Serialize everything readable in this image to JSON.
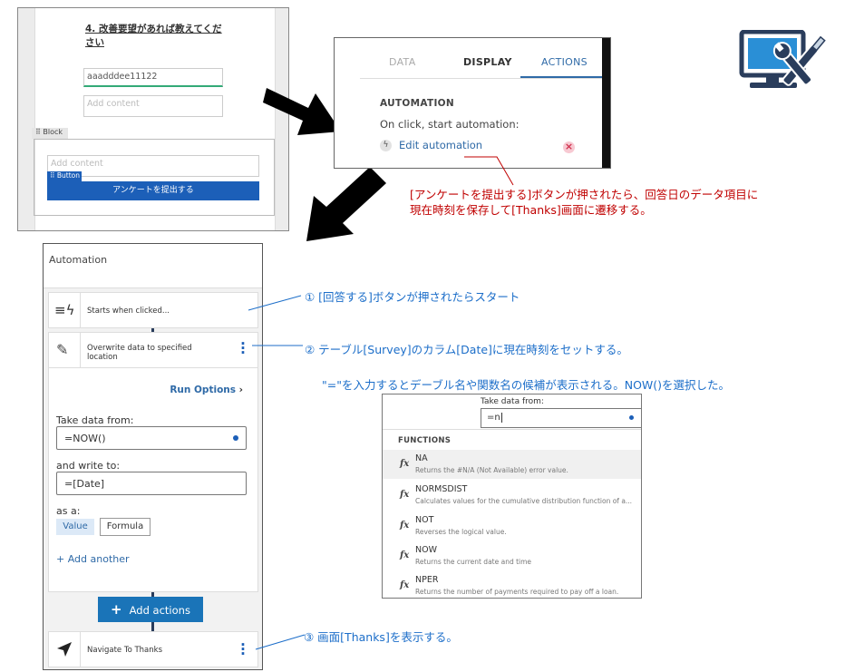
{
  "form": {
    "question_title": "4. 改善要望があれば教えてください",
    "answer_value": "aaadddee11122",
    "add_content_placeholder": "Add content",
    "block_tag": "Block",
    "button_tag": "Button",
    "submit_label": "アンケートを提出する"
  },
  "actions_panel": {
    "tabs": [
      "DATA",
      "DISPLAY",
      "ACTIONS"
    ],
    "heading": "AUTOMATION",
    "on_click_text": "On click, start automation:",
    "edit_link": "Edit automation",
    "bolt_glyph": "ϟ",
    "remove_glyph": "×"
  },
  "red_note": {
    "line1": "[アンケートを提出する]ボタンが押されたら、回答日のデータ項目に",
    "line2": "現在時刻を保存して[Thanks]画面に遷移する。"
  },
  "automation": {
    "title": "Automation",
    "trigger_label": "Starts when clicked...",
    "overwrite_label": "Overwrite data to specified location",
    "run_options": "Run Options",
    "take_label": "Take data from:",
    "take_value": "=NOW()",
    "write_label": "and write to:",
    "write_value": "=[Date]",
    "as_label": "as a:",
    "value_option": "Value",
    "formula_option": "Formula",
    "add_another": "+ Add another",
    "add_actions": "Add actions",
    "navigate_label": "Navigate To Thanks"
  },
  "notes": {
    "note1": "① [回答する]ボタンが押されたらスタート",
    "note2": "② テーブル[Survey]のカラム[Date]に現在時刻をセットする。",
    "note_eq": "\"=\"を入力するとデーブル名や関数名の候補が表示される。NOW()を選択した。",
    "note3": "③ 画面[Thanks]を表示する。"
  },
  "functions": {
    "take_label": "Take data from:",
    "input_value": "=n",
    "heading": "FUNCTIONS",
    "items": [
      {
        "name": "NA",
        "desc": "Returns the #N/A (Not Available) error value."
      },
      {
        "name": "NORMSDIST",
        "desc": "Calculates values for the cumulative distribution function of a..."
      },
      {
        "name": "NOT",
        "desc": "Reverses the logical value."
      },
      {
        "name": "NOW",
        "desc": "Returns the current date and time"
      },
      {
        "name": "NPER",
        "desc": "Returns the number of payments required to pay off a loan."
      }
    ]
  },
  "colors": {
    "accent_blue": "#1c5fb8",
    "note_blue": "#1c6ec9",
    "note_red": "#c00000",
    "icon_navy": "#2a3d5c",
    "icon_blue": "#2a8fd6"
  }
}
